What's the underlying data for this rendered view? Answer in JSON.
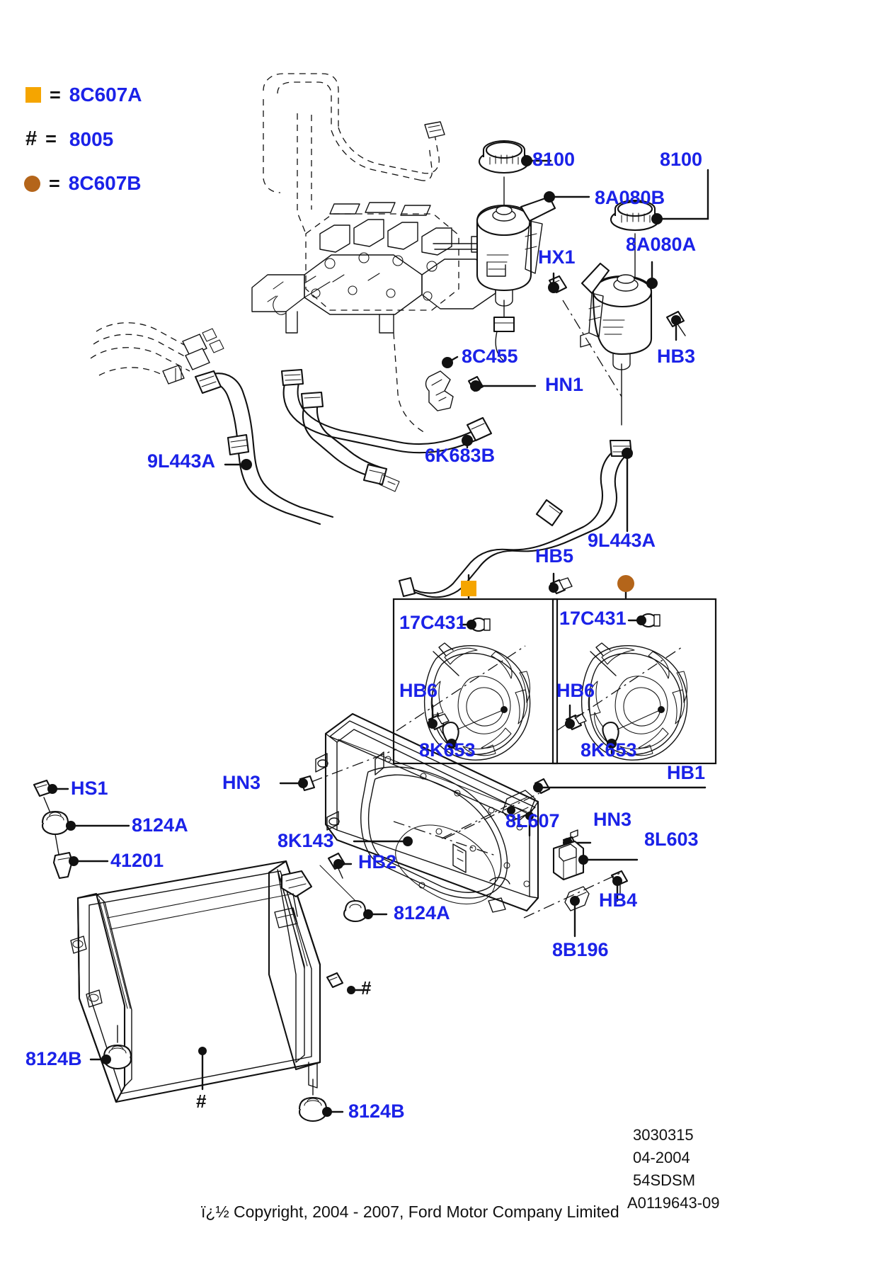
{
  "diagram": {
    "title": "Ford Cooling System / Radiator and Fan Assembly Exploded Parts Diagram",
    "accent_color": "#1b22e8",
    "marker_square_color": "#f5a500",
    "marker_circle_color": "#b4651a",
    "line_color": "#111111",
    "background_color": "#ffffff"
  },
  "legend": {
    "rows": [
      {
        "marker": "square-swatch",
        "equals": "=",
        "code": "8C607A"
      },
      {
        "marker": "hash-symbol",
        "equals": "=",
        "code": "8005",
        "symbol": "#"
      },
      {
        "marker": "circle-swatch",
        "equals": "=",
        "code": "8C607B"
      }
    ]
  },
  "callouts": [
    {
      "id": "8100-left",
      "text": "8100"
    },
    {
      "id": "8100-right",
      "text": "8100"
    },
    {
      "id": "8A080B",
      "text": "8A080B"
    },
    {
      "id": "8A080A",
      "text": "8A080A"
    },
    {
      "id": "HX1",
      "text": "HX1"
    },
    {
      "id": "HB3",
      "text": "HB3"
    },
    {
      "id": "8C455",
      "text": "8C455"
    },
    {
      "id": "HN1",
      "text": "HN1"
    },
    {
      "id": "6K683B",
      "text": "6K683B"
    },
    {
      "id": "9L443A-left",
      "text": "9L443A"
    },
    {
      "id": "9L443A-right",
      "text": "9L443A"
    },
    {
      "id": "HB5",
      "text": "HB5"
    },
    {
      "id": "17C431-left",
      "text": "17C431"
    },
    {
      "id": "17C431-right",
      "text": "17C431"
    },
    {
      "id": "HB6-left",
      "text": "HB6"
    },
    {
      "id": "HB6-right",
      "text": "HB6"
    },
    {
      "id": "8K653-left",
      "text": "8K653"
    },
    {
      "id": "8K653-right",
      "text": "8K653"
    },
    {
      "id": "HB1",
      "text": "HB1"
    },
    {
      "id": "HS1",
      "text": "HS1"
    },
    {
      "id": "8124A-top",
      "text": "8124A"
    },
    {
      "id": "41201",
      "text": "41201"
    },
    {
      "id": "HN3-left",
      "text": "HN3"
    },
    {
      "id": "HN3-right",
      "text": "HN3"
    },
    {
      "id": "8K143",
      "text": "8K143"
    },
    {
      "id": "8L607",
      "text": "8L607"
    },
    {
      "id": "8L603",
      "text": "8L603"
    },
    {
      "id": "HB2",
      "text": "HB2"
    },
    {
      "id": "8124A-bottom",
      "text": "8124A"
    },
    {
      "id": "HB4",
      "text": "HB4"
    },
    {
      "id": "8B196",
      "text": "8B196"
    },
    {
      "id": "8124B-left",
      "text": "8124B"
    },
    {
      "id": "8124B-bottom",
      "text": "8124B"
    }
  ],
  "inline_markers": [
    {
      "id": "hash-radiator-core",
      "symbol": "#"
    },
    {
      "id": "hash-radiator-bottom",
      "symbol": "#"
    },
    {
      "id": "square-marker-fan-left",
      "symbol": "square"
    },
    {
      "id": "circle-marker-fan-right",
      "symbol": "circle"
    }
  ],
  "footer": {
    "drawing_number": "3030315",
    "date": "04-2004",
    "code": "54SDSM",
    "reference": "A0119643-09",
    "copyright": "ï¿½ Copyright, 2004 - 2007, Ford Motor Company Limited"
  }
}
